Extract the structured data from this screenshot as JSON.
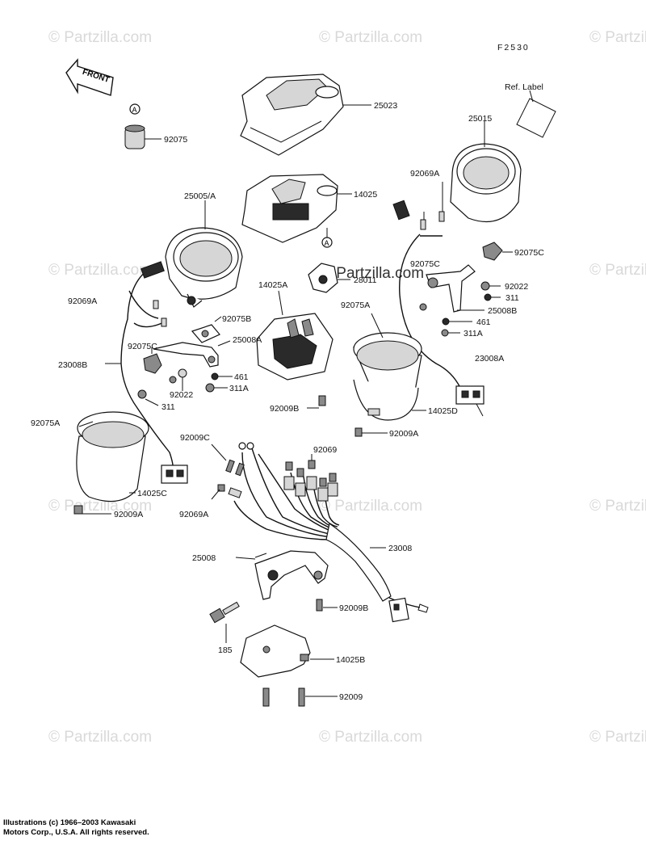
{
  "diagram_code": "F2530",
  "ref_label": "Ref. Label",
  "front_label": "FRONT",
  "marker_a": "A",
  "center_watermark": "© Partzilla.com",
  "watermark": "© Partzilla.com",
  "footer": {
    "line1": "Illustrations (c) 1966–2003 Kawasaki",
    "line2": "Motors Corp., U.S.A.  All rights reserved."
  },
  "labels": [
    "25023",
    "92075",
    "25015",
    "92069A",
    "25005/A",
    "14025",
    "92075C",
    "28011",
    "14025A",
    "92075C",
    "92022",
    "92069A",
    "92075B",
    "92075A",
    "311",
    "25008B",
    "461",
    "311A",
    "25008A",
    "92075C",
    "23008B",
    "23008A",
    "461",
    "92022",
    "311A",
    "311",
    "92009B",
    "14025D",
    "92075A",
    "92009C",
    "92009A",
    "92069",
    "14025C",
    "92069A",
    "92009A",
    "23008",
    "25008",
    "92009B",
    "185",
    "14025B",
    "92009"
  ]
}
